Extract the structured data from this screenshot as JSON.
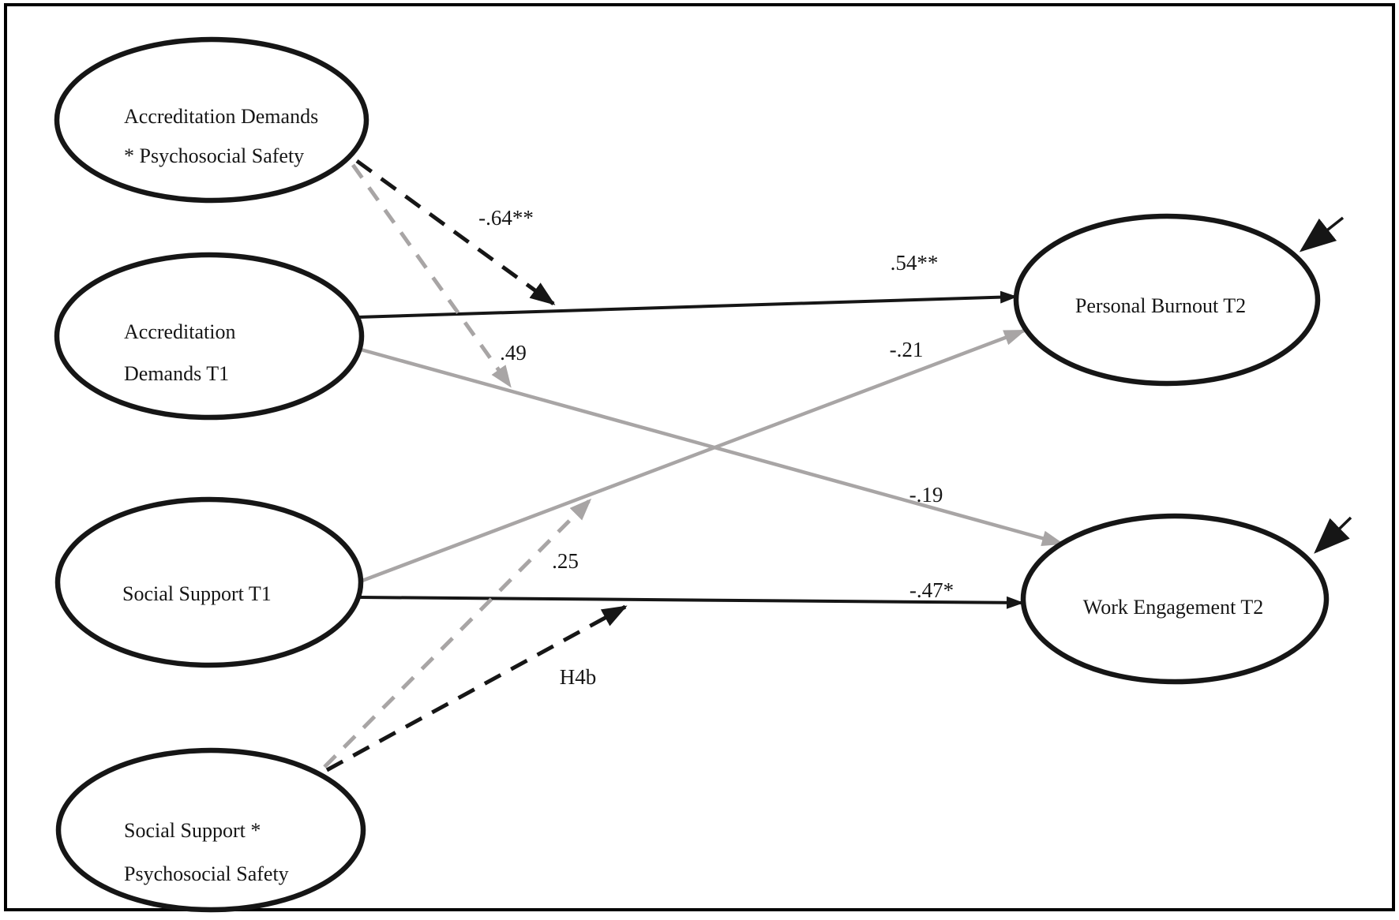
{
  "figure_type": "structural-equation-path-diagram",
  "colors": {
    "black": "#161616",
    "gray": "#A8A5A5",
    "background": "#FFFFFF",
    "border": "#000000"
  },
  "nodes": [
    {
      "id": "accreditation-demands-x-psychosocial-safety",
      "lines": [
        "Accreditation Demands",
        "* Psychosocial Safety"
      ]
    },
    {
      "id": "accreditation-demands-t1",
      "lines": [
        "Accreditation",
        "Demands T1"
      ]
    },
    {
      "id": "social-support-t1",
      "lines": [
        "Social Support T1"
      ]
    },
    {
      "id": "social-support-x-psychosocial-safety",
      "lines": [
        "Social Support *",
        "Psychosocial Safety"
      ]
    },
    {
      "id": "personal-burnout-t2",
      "lines": [
        "Personal Burnout T2"
      ]
    },
    {
      "id": "work-engagement-t2",
      "lines": [
        "Work Engagement T2"
      ]
    }
  ],
  "paths": [
    {
      "from": "accreditation-demands-t1",
      "to": "personal-burnout-t2",
      "label": ".54**",
      "style": "solid",
      "color": "black"
    },
    {
      "from": "accreditation-demands-t1",
      "to": "work-engagement-t2",
      "label": "-.19",
      "style": "solid",
      "color": "gray"
    },
    {
      "from": "social-support-t1",
      "to": "personal-burnout-t2",
      "label": "-.21",
      "style": "solid",
      "color": "gray"
    },
    {
      "from": "social-support-t1",
      "to": "work-engagement-t2",
      "label": "-.47*",
      "style": "solid",
      "color": "black"
    },
    {
      "from": "accreditation-demands-x-psychosocial-safety",
      "to": "path-demands-to-burnout",
      "label": "-.64**",
      "style": "dashed",
      "color": "black"
    },
    {
      "from": "accreditation-demands-x-psychosocial-safety",
      "to": "path-demands-to-engagement",
      "label": ".49",
      "style": "dashed",
      "color": "gray"
    },
    {
      "from": "social-support-x-psychosocial-safety",
      "to": "path-support-to-burnout",
      "label": ".25",
      "style": "dashed",
      "color": "gray"
    },
    {
      "from": "social-support-x-psychosocial-safety",
      "to": "path-support-to-engagement",
      "label": "H4b",
      "style": "dashed",
      "color": "black"
    }
  ],
  "residual_arrows": [
    {
      "name": "residual-arrow",
      "target": "personal-burnout-t2"
    },
    {
      "name": "residual-arrow",
      "target": "work-engagement-t2"
    }
  ]
}
